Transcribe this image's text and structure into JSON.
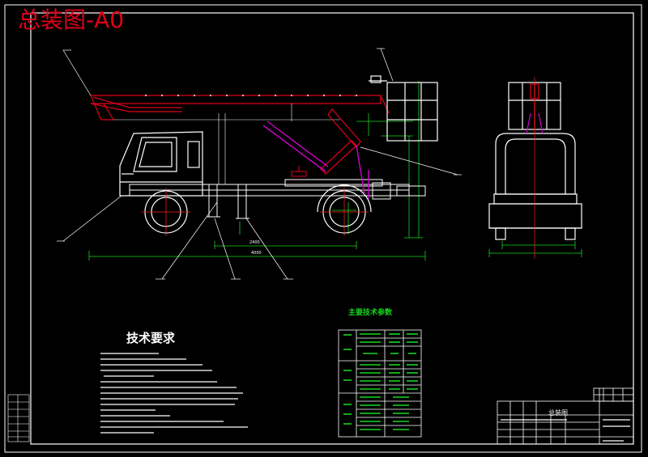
{
  "drawing": {
    "overlay_title": "总装图-A0",
    "tech_requirements_title": "技术要求",
    "main_params_title": "主要技术参数",
    "title_block_name": "总装图"
  },
  "colors": {
    "background": "#000000",
    "frame": "#ffffff",
    "overlay_title": "#e0001b",
    "boom": "#e0001b",
    "axis": "#ff2020",
    "dimension": "#14d81e",
    "hydraulic": "#d000d0",
    "cab": "#ffffff"
  }
}
